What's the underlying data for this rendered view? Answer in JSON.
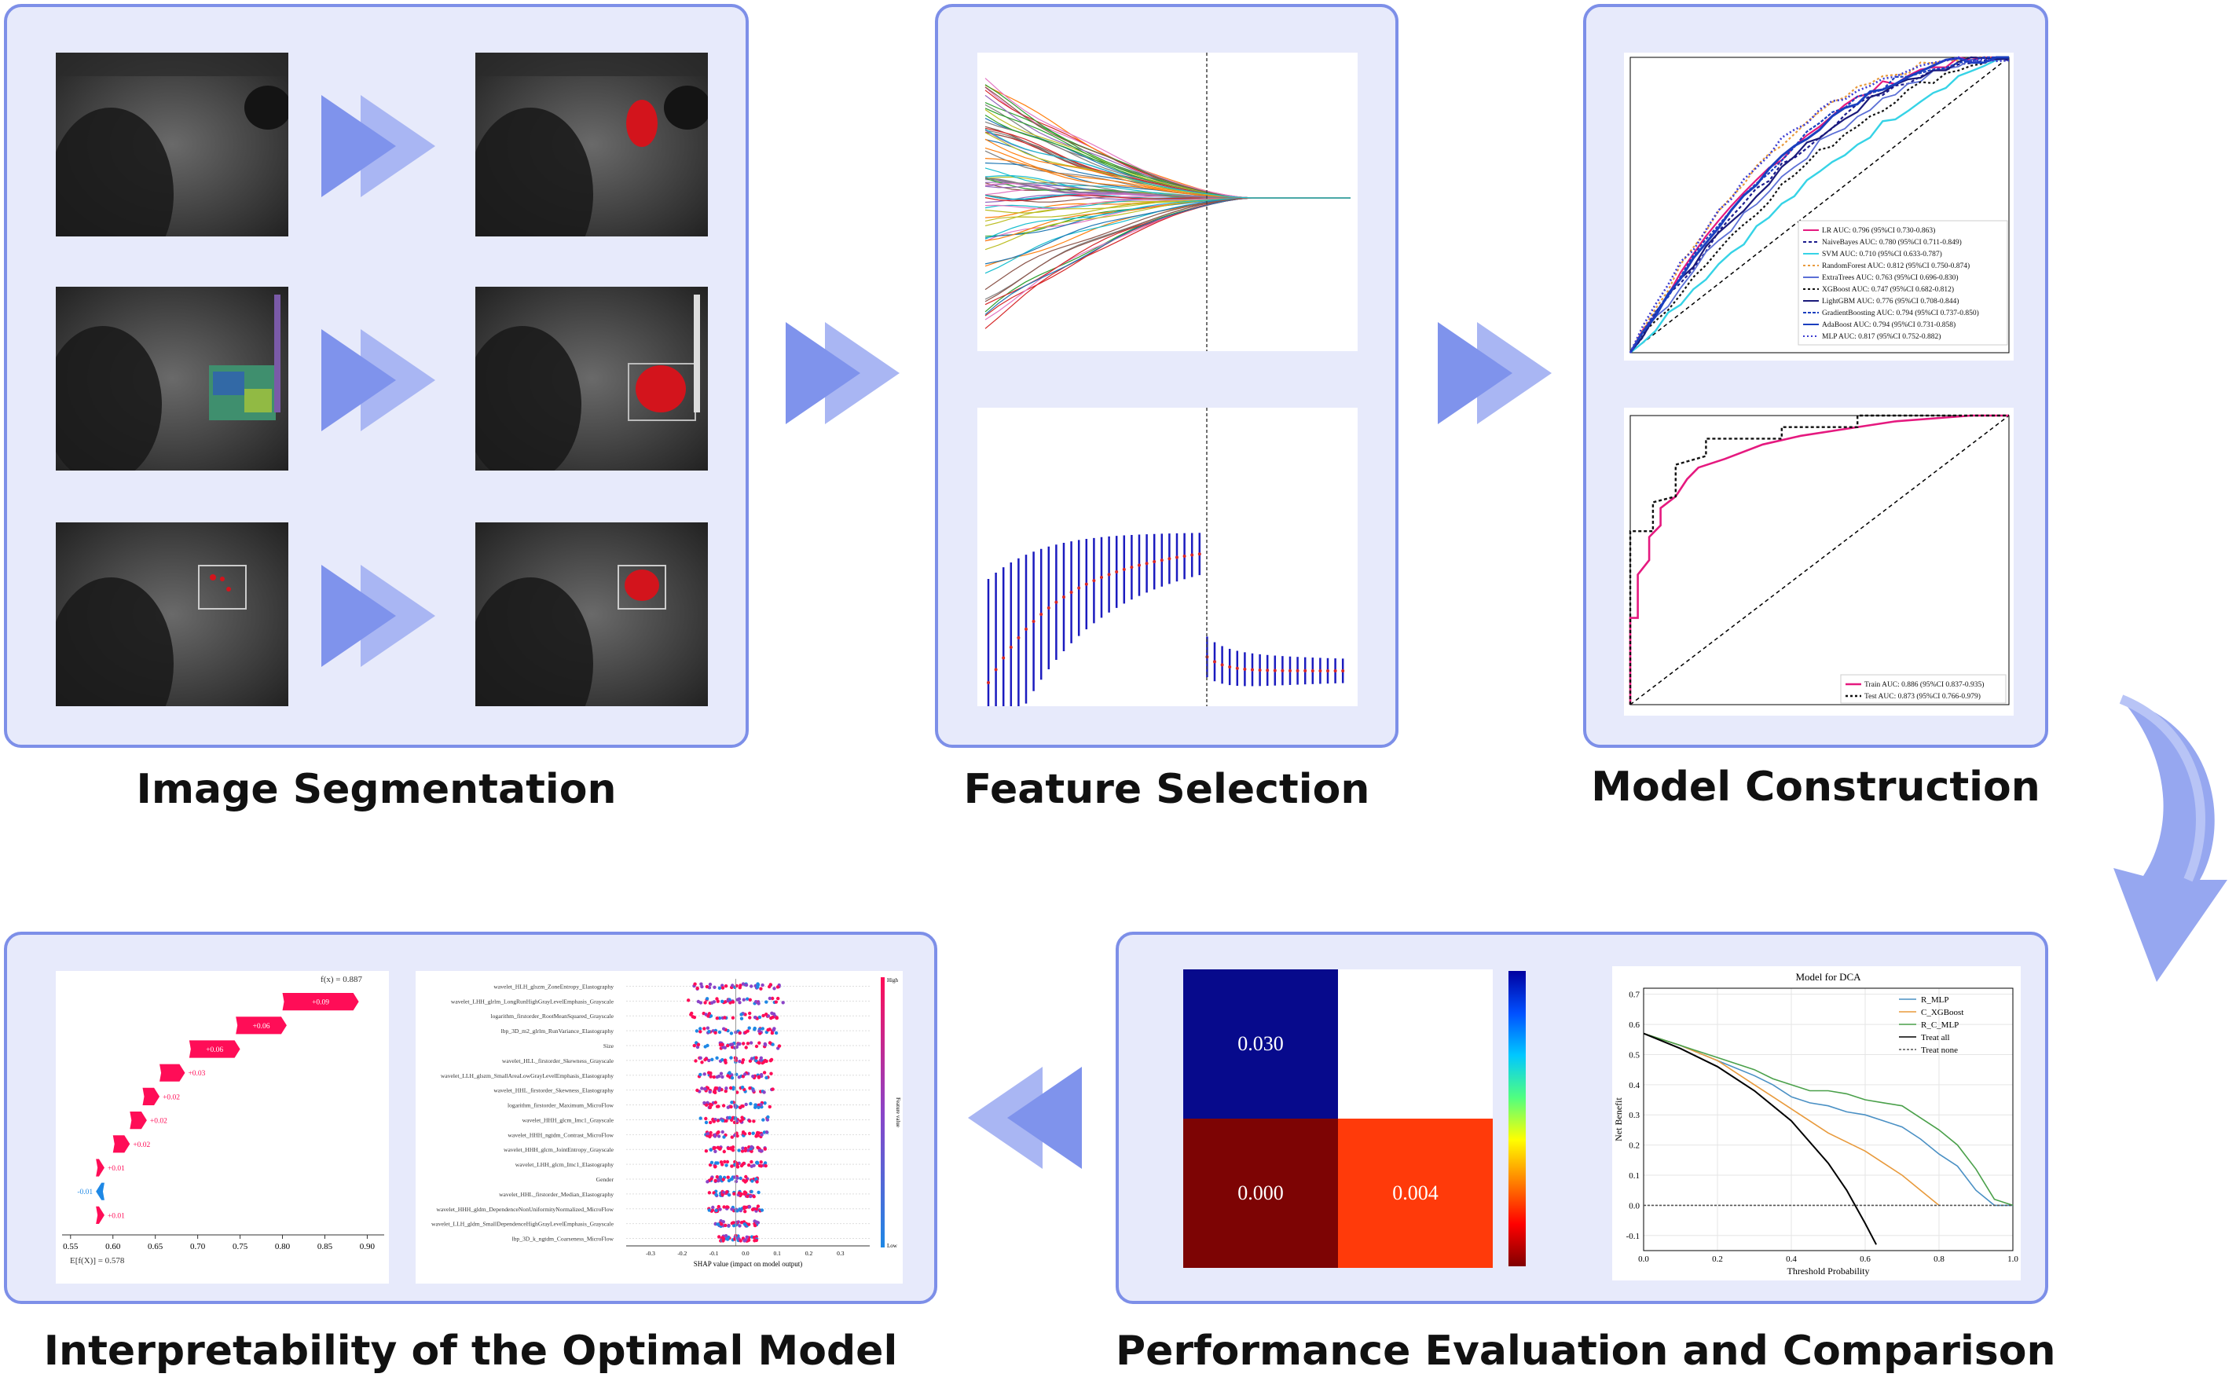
{
  "stages": {
    "segmentation": "Image Segmentation",
    "feature_selection": "Feature Selection",
    "model_construction": "Model Construction",
    "interpretability": "Interpretability of the Optimal Model",
    "evaluation": "Performance Evaluation and Comparison"
  },
  "roc_train_legend": [
    "LR AUC: 0.796 (95%CI 0.730-0.863)",
    "NaiveBayes AUC: 0.780 (95%CI 0.711-0.849)",
    "SVM AUC: 0.710 (95%CI 0.633-0.787)",
    "RandomForest AUC: 0.812 (95%CI 0.750-0.874)",
    "ExtraTrees AUC: 0.763 (95%CI 0.696-0.830)",
    "XGBoost AUC: 0.747 (95%CI 0.682-0.812)",
    "LightGBM AUC: 0.776 (95%CI 0.708-0.844)",
    "GradientBoosting AUC: 0.794 (95%CI 0.737-0.850)",
    "AdaBoost AUC: 0.794 (95%CI 0.731-0.858)",
    "MLP AUC: 0.817 (95%CI 0.752-0.882)"
  ],
  "roc_test_legend": [
    "Train AUC: 0.886 (95%CI 0.837-0.935)",
    "Test AUC: 0.873 (95%CI 0.766-0.979)"
  ],
  "heatmap": {
    "cells": [
      "0.030",
      "",
      "0.000",
      "0.004"
    ]
  },
  "chart_data": [
    {
      "type": "line",
      "title": "Model for DCA",
      "xlabel": "Threshold Probability",
      "ylabel": "Net Benefit",
      "xlim": [
        0.0,
        1.0
      ],
      "ylim": [
        -0.15,
        0.72
      ],
      "xticks": [
        "0.0",
        "0.2",
        "0.4",
        "0.6",
        "0.8",
        "1.0"
      ],
      "yticks": [
        "-0.1",
        "0.0",
        "0.1",
        "0.2",
        "0.3",
        "0.4",
        "0.5",
        "0.6",
        "0.7"
      ],
      "series": [
        {
          "name": "R_MLP",
          "color": "#4a90c4",
          "x": [
            0,
            0.1,
            0.2,
            0.3,
            0.35,
            0.4,
            0.45,
            0.5,
            0.55,
            0.6,
            0.65,
            0.7,
            0.75,
            0.8,
            0.85,
            0.9,
            0.95,
            1.0
          ],
          "y": [
            0.57,
            0.53,
            0.48,
            0.43,
            0.4,
            0.36,
            0.34,
            0.33,
            0.31,
            0.3,
            0.28,
            0.26,
            0.22,
            0.17,
            0.13,
            0.05,
            0.0,
            0.0
          ]
        },
        {
          "name": "C_XGBoost",
          "color": "#e89a3c",
          "x": [
            0,
            0.1,
            0.2,
            0.3,
            0.35,
            0.4,
            0.45,
            0.5,
            0.55,
            0.6,
            0.65,
            0.7,
            0.75,
            0.78,
            0.8
          ],
          "y": [
            0.57,
            0.53,
            0.48,
            0.4,
            0.36,
            0.32,
            0.28,
            0.24,
            0.21,
            0.18,
            0.14,
            0.1,
            0.05,
            0.02,
            0.0
          ]
        },
        {
          "name": "R_C_MLP",
          "color": "#4aa04a",
          "x": [
            0,
            0.1,
            0.2,
            0.3,
            0.35,
            0.4,
            0.45,
            0.5,
            0.55,
            0.6,
            0.65,
            0.7,
            0.75,
            0.8,
            0.85,
            0.9,
            0.95,
            1.0
          ],
          "y": [
            0.57,
            0.53,
            0.49,
            0.45,
            0.42,
            0.4,
            0.38,
            0.38,
            0.37,
            0.35,
            0.34,
            0.33,
            0.29,
            0.25,
            0.2,
            0.12,
            0.02,
            0.0
          ]
        },
        {
          "name": "Treat all",
          "color": "#000000",
          "x": [
            0,
            0.1,
            0.2,
            0.3,
            0.4,
            0.5,
            0.55,
            0.6,
            0.63
          ],
          "y": [
            0.57,
            0.52,
            0.46,
            0.38,
            0.28,
            0.14,
            0.05,
            -0.06,
            -0.13
          ]
        },
        {
          "name": "Treat none",
          "color": "#555555",
          "x": [
            0,
            1.0
          ],
          "y": [
            0,
            0
          ]
        }
      ]
    },
    {
      "type": "bar",
      "xlim_label_ticks": [
        "0.55",
        "0.60",
        "0.65",
        "0.70",
        "0.75",
        "0.80",
        "0.85",
        "0.90"
      ],
      "xlim": [
        0.54,
        0.92
      ],
      "fx_label": "f(x) = 0.887",
      "ex_label": "E[f(X)] = 0.578",
      "steps": [
        {
          "start": 0.58,
          "value": 0.01,
          "label": "+0.01"
        },
        {
          "start": 0.59,
          "value": -0.01,
          "label": "-0.01"
        },
        {
          "start": 0.58,
          "value": 0.01,
          "label": "+0.01"
        },
        {
          "start": 0.6,
          "value": 0.02,
          "label": "+0.02"
        },
        {
          "start": 0.62,
          "value": 0.02,
          "label": "+0.02"
        },
        {
          "start": 0.635,
          "value": 0.02,
          "label": "+0.02"
        },
        {
          "start": 0.655,
          "value": 0.03,
          "label": "+0.03"
        },
        {
          "start": 0.69,
          "value": 0.06,
          "label": "+0.06"
        },
        {
          "start": 0.745,
          "value": 0.06,
          "label": "+0.06"
        },
        {
          "start": 0.8,
          "value": 0.09,
          "label": "+0.09"
        }
      ]
    },
    {
      "type": "scatter",
      "xlabel": "SHAP value (impact on model output)",
      "colorbar_label": "Feature value",
      "colorbar_high": "High",
      "colorbar_low": "Low",
      "xticks": [
        "-0.3",
        "-0.2",
        "-0.1",
        "0.0",
        "0.1",
        "0.2",
        "0.3"
      ],
      "features": [
        "wavelet_HLH_glszm_ZoneEntropy_Elastography",
        "wavelet_LHH_glrlm_LongRunHighGrayLevelEmphasis_Grayscale",
        "logarithm_firstorder_RootMeanSquared_Grayscale",
        "lbp_3D_m2_glrlm_RunVariance_Elastography",
        "Size",
        "wavelet_HLL_firstorder_Skewness_Grayscale",
        "wavelet_LLH_glszm_SmallAreaLowGrayLevelEmphasis_Elastography",
        "wavelet_HHL_firstorder_Skewness_Elastography",
        "logarithm_firstorder_Maximum_MicroFlow",
        "wavelet_HHH_glcm_Imc1_Grayscale",
        "wavelet_HHH_ngtdm_Contrast_MicroFlow",
        "wavelet_HHH_glcm_JointEntropy_Grayscale",
        "wavelet_LHH_glcm_Imc1_Elastography",
        "Gender",
        "wavelet_HHL_firstorder_Median_Elastography",
        "wavelet_HHH_gldm_DependenceNonUniformityNormalized_MicroFlow",
        "wavelet_LLH_gldm_SmallDependenceHighGrayLevelEmphasis_Grayscale",
        "lbp_3D_k_ngtdm_Coarseness_MicroFlow"
      ]
    }
  ]
}
